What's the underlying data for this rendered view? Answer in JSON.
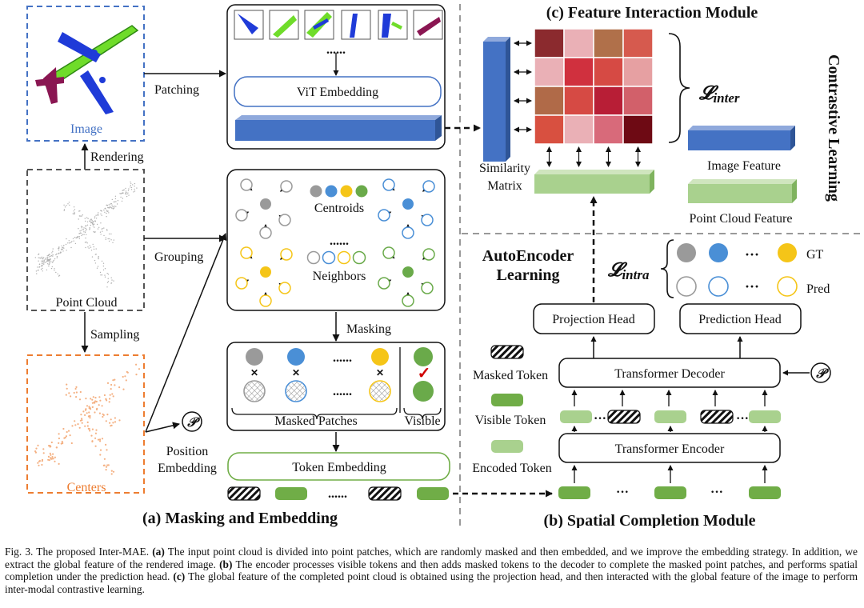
{
  "labels": {
    "image": "Image",
    "rendering": "Rendering",
    "point_cloud": "Point Cloud",
    "sampling": "Sampling",
    "centers": "Centers",
    "patching": "Patching",
    "grouping": "Grouping",
    "position_embedding_line1": "Position",
    "position_embedding_line2": "Embedding",
    "p_symbol": "𝒫",
    "vit_embedding": "ViT Embedding",
    "centroids": "Centroids",
    "neighbors": "Neighbors",
    "masking": "Masking",
    "masked_patches": "Masked Patches",
    "visible": "Visible",
    "token_embedding": "Token Embedding",
    "dots": "......",
    "dots_short": "···",
    "check": "✓",
    "cross": "✕",
    "feature_interaction_title": "(c) Feature Interaction Module",
    "similarity_line1": "Similarity",
    "similarity_line2": "Matrix",
    "l_inter_main": "𝓛",
    "l_inter_sub": "inter",
    "image_feature": "Image Feature",
    "point_cloud_feature": "Point Cloud Feature",
    "contrastive_learning": "Contrastive Learning",
    "autoencoder_line1": "AutoEncoder",
    "autoencoder_line2": "Learning",
    "l_intra_main": "𝓛",
    "l_intra_sub": "intra",
    "gt": "GT",
    "pred": "Pred",
    "projection_head": "Projection Head",
    "prediction_head": "Prediction Head",
    "transformer_decoder": "Transformer Decoder",
    "transformer_encoder": "Transformer Encoder",
    "masked_token": "Masked Token",
    "visible_token": "Visible Token",
    "encoded_token": "Encoded Token",
    "title_a": "(a) Masking and Embedding",
    "title_b": "(b) Spatial Completion Module"
  },
  "colors": {
    "gray": "#9a9a9a",
    "blue": "#4a8fd6",
    "yellow": "#f5c518",
    "green": "#6aaa4a",
    "feature_blue": "#4472c4",
    "feature_green": "#a9d18e",
    "token_green": "#70ad47",
    "dashed_blue": "#4472c4",
    "dashed_gray": "#555555",
    "dashed_orange": "#ed7d31",
    "check_red": "#d00000"
  },
  "similarity_matrix": [
    [
      "#8b2a2e",
      "#eab0b6",
      "#b0704a",
      "#d65a4e"
    ],
    [
      "#eab0b6",
      "#d0303e",
      "#d64a44",
      "#e6a0a2"
    ],
    [
      "#b06a48",
      "#d64a44",
      "#b81e36",
      "#d2606a"
    ],
    [
      "#d85040",
      "#eab0b6",
      "#d86a7a",
      "#6e0a14"
    ]
  ],
  "caption": {
    "fig_label": "Fig. 3.",
    "intro": " The proposed Inter-MAE. ",
    "a_tag": "(a)",
    "a_text": " The input point cloud is divided into point patches, which are randomly masked and then embedded, and we improve the embedding strategy. In addition, we extract the global feature of the rendered image. ",
    "b_tag": "(b)",
    "b_text": " The encoder processes visible tokens and then adds masked tokens to the decoder to complete the masked point patches, and performs spatial completion under the prediction head. ",
    "c_tag": "(c)",
    "c_text": " The global feature of the completed point cloud is obtained using the projection head, and then interacted with the global feature of the image to perform inter-modal contrastive learning."
  }
}
